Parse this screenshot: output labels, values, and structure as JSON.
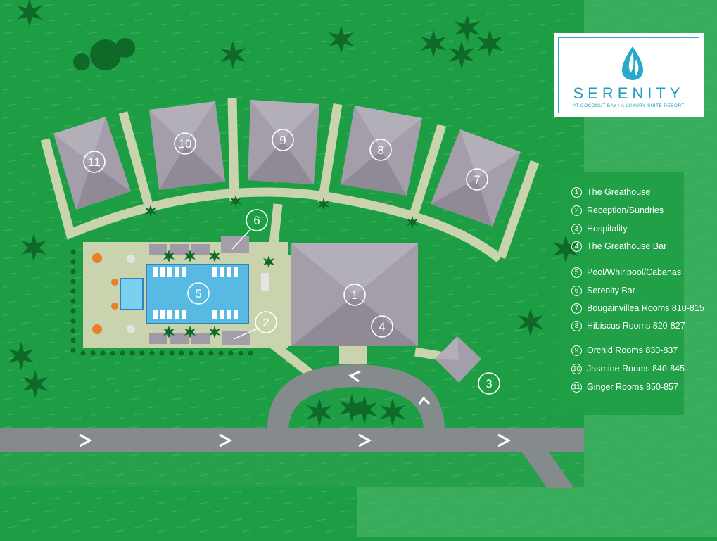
{
  "logo": {
    "name": "SERENITY",
    "tagline": "AT COCONUT BAY / A LUXURY SUITE RESORT",
    "brand_color": "#1f9ec0"
  },
  "legend": [
    {
      "num": "1",
      "label": "The Greathouse"
    },
    {
      "num": "2",
      "label": "Reception/Sundries"
    },
    {
      "num": "3",
      "label": "Hospitality"
    },
    {
      "num": "4",
      "label": "The Greathouse Bar"
    },
    {
      "num": "5",
      "label": "Pool/Whirlpool/Cabanas"
    },
    {
      "num": "6",
      "label": "Serenity Bar"
    },
    {
      "num": "7",
      "label": "Bougainvillea Rooms 810-815"
    },
    {
      "num": "8",
      "label": "Hibiscus Rooms 820-827"
    },
    {
      "num": "9",
      "label": "Orchid Rooms 830-837"
    },
    {
      "num": "10",
      "label": "Jasmine Rooms 840-845"
    },
    {
      "num": "11",
      "label": "Ginger Rooms 850-857"
    }
  ],
  "map_markers": [
    "1",
    "2",
    "3",
    "4",
    "5",
    "6",
    "7",
    "8",
    "9",
    "10",
    "11"
  ],
  "colors": {
    "grass": "#1e9e44",
    "grass_light": "#3aad5c",
    "path": "#c9d3ae",
    "road": "#858b8d",
    "roof": "#9f9aa6",
    "pool": "#58b9e3",
    "tree": "#0f6a2a"
  }
}
